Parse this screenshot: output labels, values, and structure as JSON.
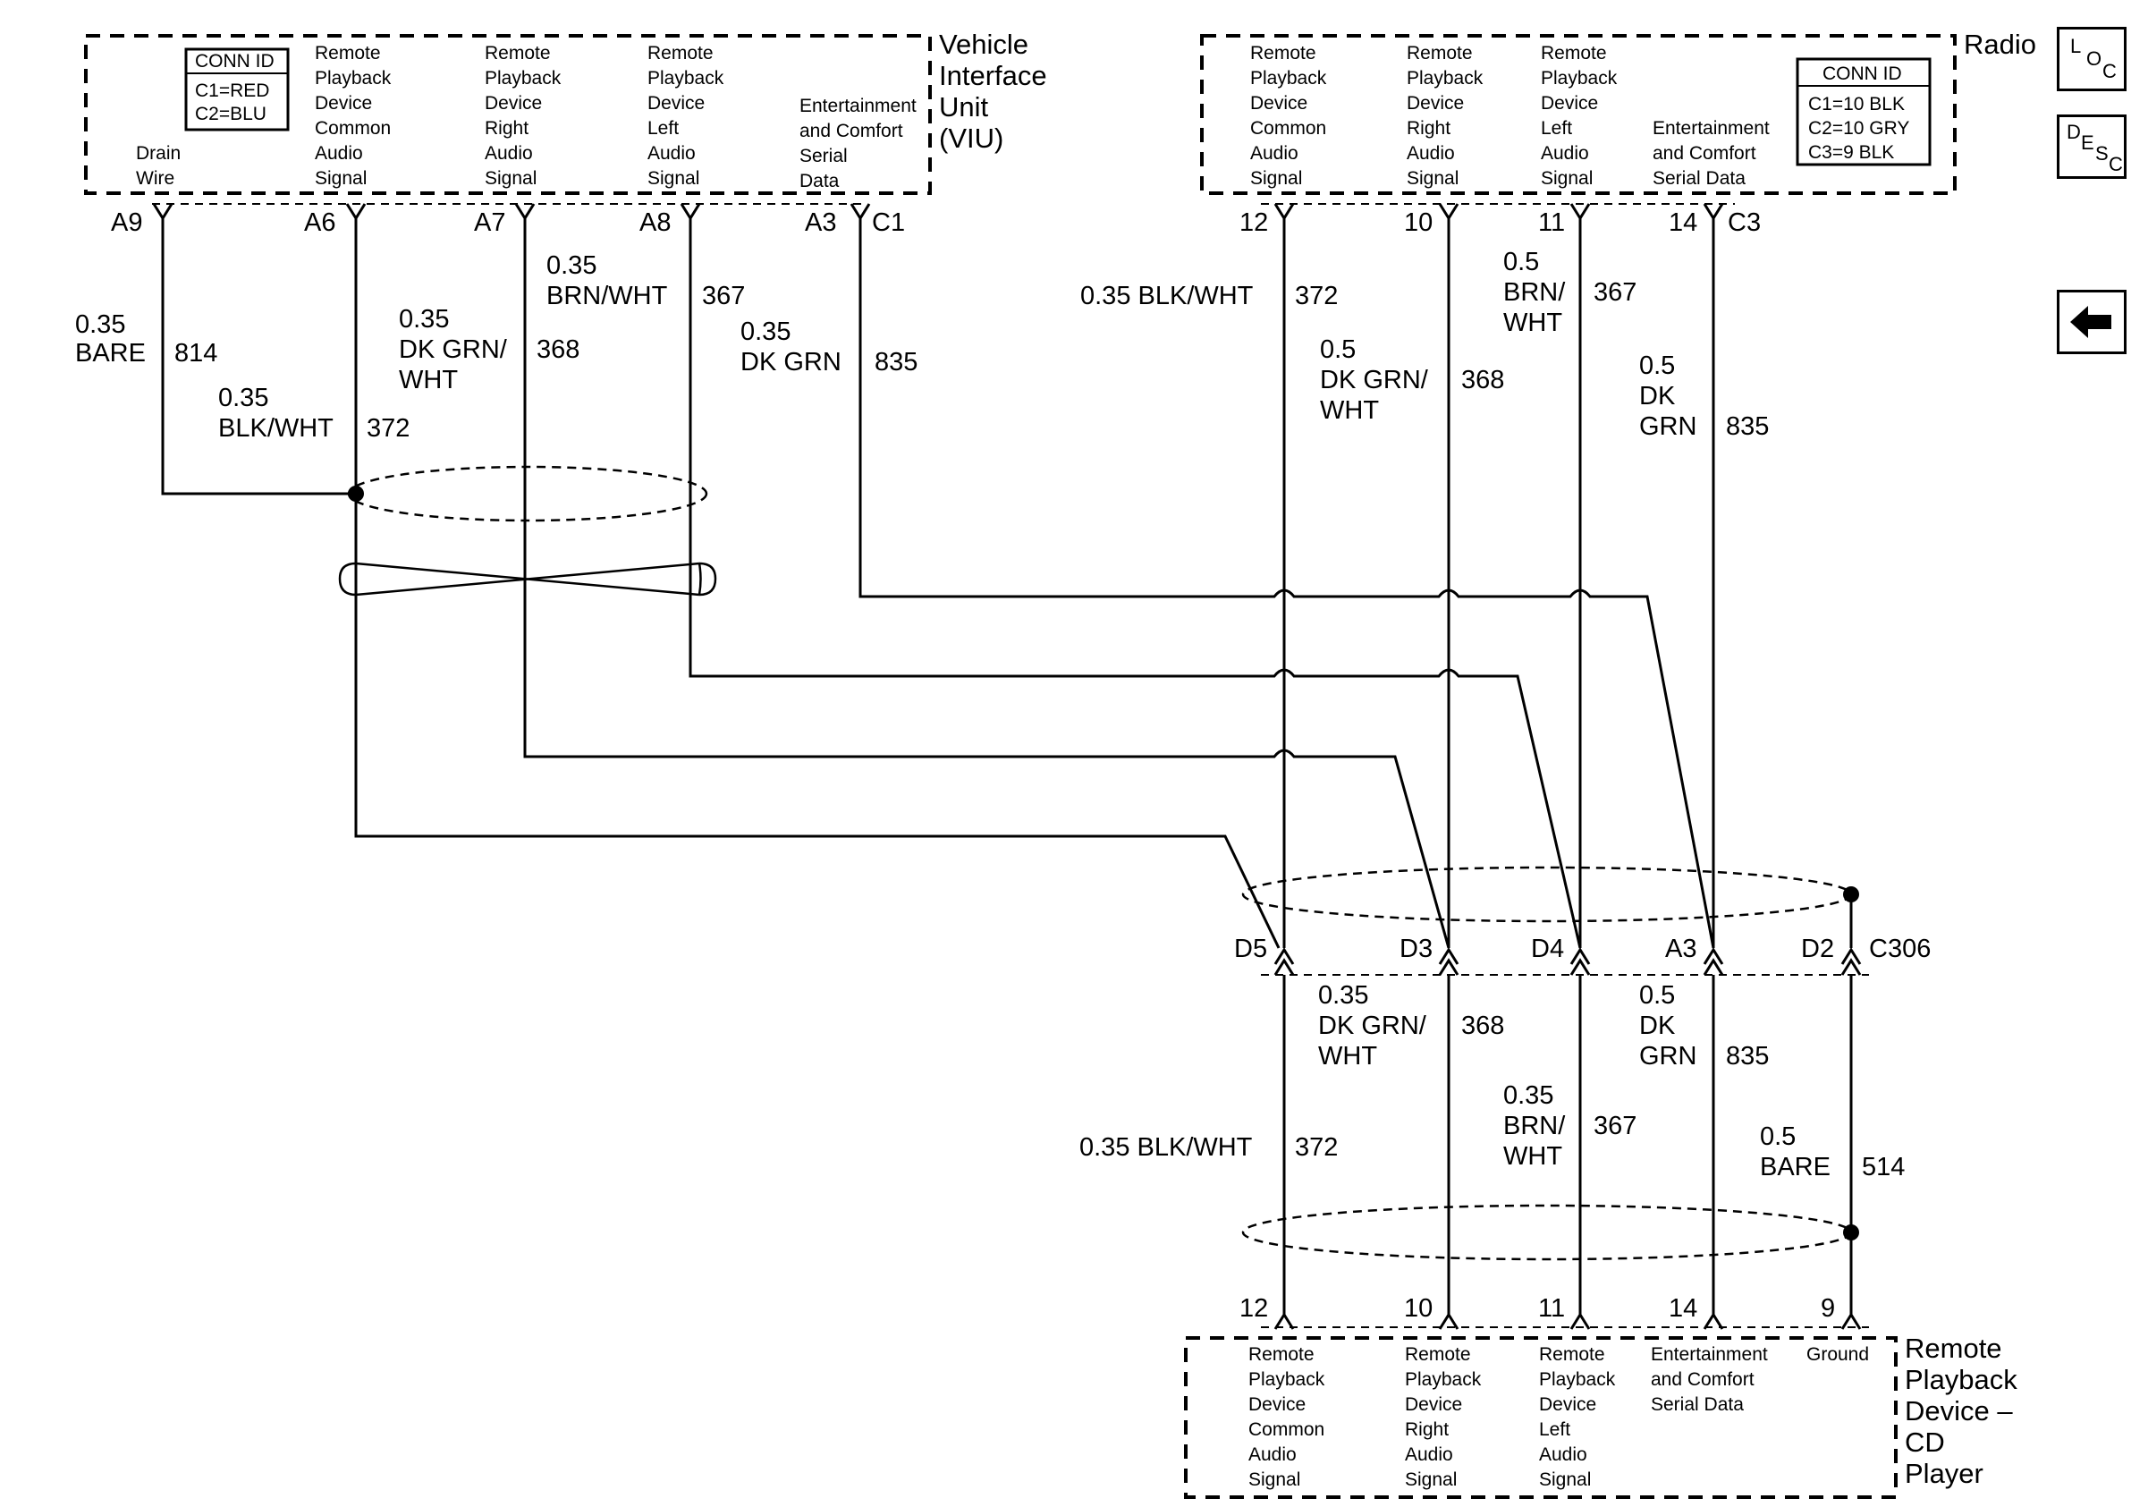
{
  "nav": {
    "loc": [
      "L",
      "O",
      "C"
    ],
    "desc": [
      "D",
      "E",
      "S",
      "C"
    ],
    "back_icon": "left-arrow-icon"
  },
  "viu": {
    "name_lines": [
      "Vehicle",
      "Interface",
      "Unit",
      "(VIU)"
    ],
    "conn_id": {
      "title": "CONN ID",
      "lines": [
        "C1=RED",
        "C2=BLU"
      ]
    },
    "pins": [
      "A9",
      "A6",
      "A7",
      "A8",
      "A3",
      "C1"
    ],
    "functions": [
      [
        "Drain",
        "Wire"
      ],
      [
        "Remote",
        "Playback",
        "Device",
        "Common",
        "Audio",
        "Signal"
      ],
      [
        "Remote",
        "Playback",
        "Device",
        "Right",
        "Audio",
        "Signal"
      ],
      [
        "Remote",
        "Playback",
        "Device",
        "Left",
        "Audio",
        "Signal"
      ],
      [
        "Entertainment",
        "and Comfort",
        "Serial",
        "Data"
      ]
    ]
  },
  "radio": {
    "name": "Radio",
    "conn_id": {
      "title": "CONN ID",
      "lines": [
        "C1=10 BLK",
        "C2=10 GRY",
        "C3=9 BLK"
      ]
    },
    "pins": [
      "12",
      "10",
      "11",
      "14",
      "C3"
    ],
    "functions": [
      [
        "Remote",
        "Playback",
        "Device",
        "Common",
        "Audio",
        "Signal"
      ],
      [
        "Remote",
        "Playback",
        "Device",
        "Right",
        "Audio",
        "Signal"
      ],
      [
        "Remote",
        "Playback",
        "Device",
        "Left",
        "Audio",
        "Signal"
      ],
      [
        "Entertainment",
        "and Comfort",
        "Serial Data"
      ]
    ]
  },
  "viu_wires": [
    {
      "size": "0.35",
      "color": "BARE",
      "circuit": "814"
    },
    {
      "size": "0.35",
      "color": "BLK/WHT",
      "circuit": "372"
    },
    {
      "size": "0.35",
      "color_lines": [
        "DK GRN/",
        "WHT"
      ],
      "circuit": "368"
    },
    {
      "size": "0.35",
      "color": "BRN/WHT",
      "circuit": "367"
    },
    {
      "size": "0.35",
      "color": "DK GRN",
      "circuit": "835"
    }
  ],
  "radio_wires": [
    {
      "label": "0.35 BLK/WHT",
      "circuit": "372"
    },
    {
      "lines": [
        "0.5",
        "DK GRN/",
        "WHT"
      ],
      "circuit": "368"
    },
    {
      "lines": [
        "0.5",
        "BRN/",
        "WHT"
      ],
      "circuit": "367"
    },
    {
      "lines": [
        "0.5",
        "DK",
        "GRN"
      ],
      "circuit": "835"
    }
  ],
  "c306": {
    "name": "C306",
    "pins": [
      "D5",
      "D3",
      "D4",
      "A3",
      "D2"
    ]
  },
  "lower_wires": [
    {
      "label": "0.35 BLK/WHT",
      "circuit": "372"
    },
    {
      "lines": [
        "0.35",
        "DK GRN/",
        "WHT"
      ],
      "circuit": "368"
    },
    {
      "lines": [
        "0.35",
        "BRN/",
        "WHT"
      ],
      "circuit": "367"
    },
    {
      "lines": [
        "0.5",
        "DK",
        "GRN"
      ],
      "circuit": "835"
    },
    {
      "lines": [
        "0.5",
        "BARE"
      ],
      "circuit": "514"
    }
  ],
  "cd_player": {
    "name_lines": [
      "Remote",
      "Playback",
      "Device –",
      "CD",
      "Player"
    ],
    "pins": [
      "12",
      "10",
      "11",
      "14",
      "9"
    ],
    "functions": [
      [
        "Remote",
        "Playback",
        "Device",
        "Common",
        "Audio",
        "Signal"
      ],
      [
        "Remote",
        "Playback",
        "Device",
        "Right",
        "Audio",
        "Signal"
      ],
      [
        "Remote",
        "Playback",
        "Device",
        "Left",
        "Audio",
        "Signal"
      ],
      [
        "Entertainment",
        "and Comfort",
        "Serial Data"
      ],
      [
        "Ground"
      ]
    ]
  }
}
